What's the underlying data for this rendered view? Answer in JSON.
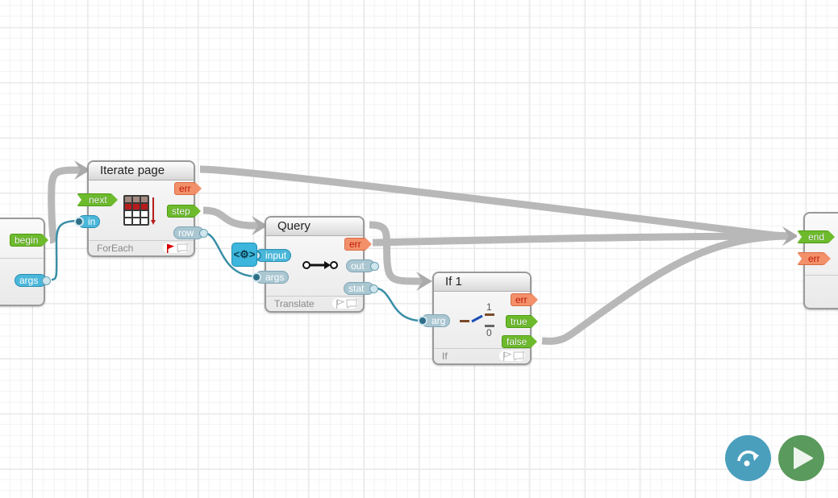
{
  "canvas": {
    "grid": true
  },
  "wire_colors": {
    "flow": "#b8b8b8",
    "data": "#3a8ea6"
  },
  "nodes": {
    "start": {
      "ports_out": [
        {
          "label": "begin",
          "type": "flow"
        },
        {
          "label": "args",
          "type": "data"
        }
      ]
    },
    "iterate": {
      "title": "Iterate page",
      "type_label": "ForEach",
      "icon": "table-rows-icon",
      "ports_in": [
        {
          "label": "next",
          "type": "flow"
        },
        {
          "label": "in",
          "type": "data"
        }
      ],
      "ports_out": [
        {
          "label": "err",
          "type": "error"
        },
        {
          "label": "step",
          "type": "flow"
        },
        {
          "label": "row",
          "type": "data"
        }
      ],
      "flag_active": true
    },
    "query": {
      "title": "Query",
      "type_label": "Translate",
      "icon": "pipe-arrow-icon",
      "ports_in": [
        {
          "label": "input",
          "type": "data"
        },
        {
          "label": "args",
          "type": "data"
        }
      ],
      "ports_out": [
        {
          "label": "err",
          "type": "error"
        },
        {
          "label": "out",
          "type": "data"
        },
        {
          "label": "stat",
          "type": "data"
        }
      ],
      "input_widget": "code-settings-icon"
    },
    "if1": {
      "title": "If 1",
      "type_label": "If",
      "icon": "switch-icon",
      "switch_labels": [
        "1",
        "0"
      ],
      "ports_in": [
        {
          "label": "arg",
          "type": "data"
        }
      ],
      "ports_out": [
        {
          "label": "err",
          "type": "error"
        },
        {
          "label": "true",
          "type": "flow"
        },
        {
          "label": "false",
          "type": "flow"
        }
      ]
    },
    "finish": {
      "ports_in": [
        {
          "label": "end",
          "type": "flow"
        },
        {
          "label": "err",
          "type": "error"
        }
      ]
    }
  },
  "controls": {
    "step_button": {
      "icon": "step-over-icon",
      "color": "#4a9fbd"
    },
    "run_button": {
      "icon": "play-icon",
      "color": "#5a9a5c"
    }
  }
}
